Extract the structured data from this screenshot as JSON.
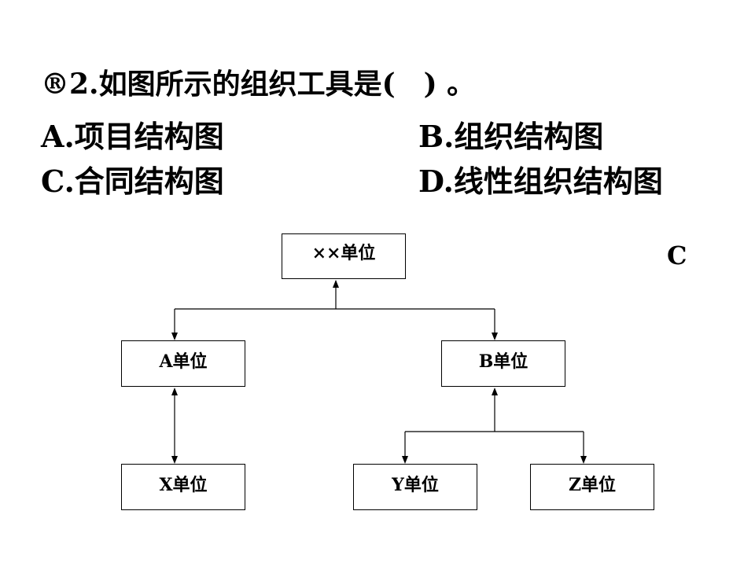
{
  "question": {
    "text": "®2.如图所示的组织工具是(　) 。"
  },
  "options": {
    "a": "A.项目结构图",
    "b": "B.组织结构图",
    "c": "C.合同结构图",
    "d": "D.线性组织结构图"
  },
  "answer": "C",
  "diagram": {
    "root": "××单位",
    "unit_a": "A单位",
    "unit_b": "B单位",
    "unit_x": "X单位",
    "unit_y": "Y单位",
    "unit_z": "Z单位"
  }
}
